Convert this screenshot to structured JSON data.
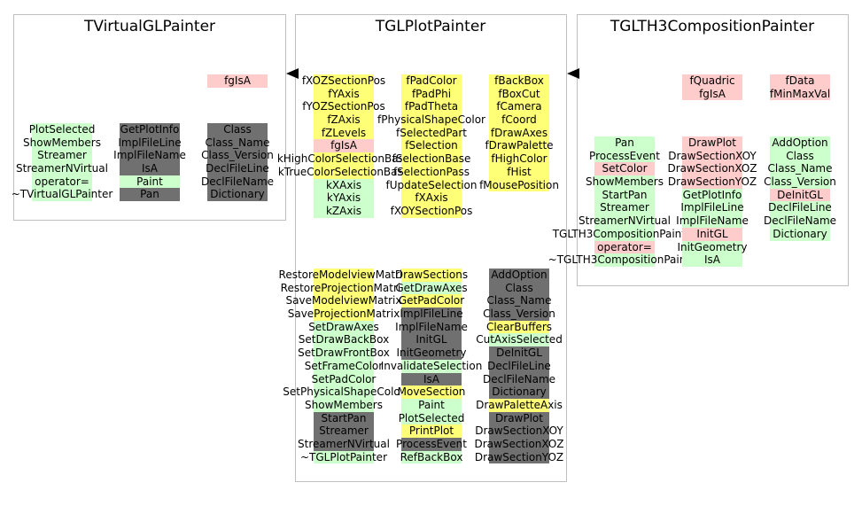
{
  "colors": {
    "public": "#ccffcc",
    "protected": "#ffff77",
    "private": "#ffcccc",
    "inherited": "#707070",
    "border": "#bfbfbf"
  },
  "classes": {
    "vgl": {
      "title": "TVirtualGLPainter",
      "col1": [
        {
          "t": "PlotSelected",
          "c": "g"
        },
        {
          "t": "ShowMembers",
          "c": "g"
        },
        {
          "t": "Streamer",
          "c": "g"
        },
        {
          "t": "StreamerNVirtual",
          "c": "g"
        },
        {
          "t": "operator=",
          "c": "g"
        },
        {
          "t": "~TVirtualGLPainter",
          "c": "g"
        }
      ],
      "col2": [
        {
          "t": "GetPlotInfo",
          "c": "d"
        },
        {
          "t": "ImplFileLine",
          "c": "d"
        },
        {
          "t": "ImplFileName",
          "c": "d"
        },
        {
          "t": "IsA",
          "c": "d"
        },
        {
          "t": "Paint",
          "c": "g"
        },
        {
          "t": "Pan",
          "c": "d"
        }
      ],
      "col3": [
        {
          "t": "Class",
          "c": "d"
        },
        {
          "t": "Class_Name",
          "c": "d"
        },
        {
          "t": "Class_Version",
          "c": "d"
        },
        {
          "t": "DeclFileLine",
          "c": "d"
        },
        {
          "t": "DeclFileName",
          "c": "d"
        },
        {
          "t": "Dictionary",
          "c": "d"
        }
      ],
      "data": [
        {
          "t": "fgIsA",
          "c": "r"
        }
      ]
    },
    "plot": {
      "title": "TGLPlotPainter",
      "data1": [
        {
          "t": "fXOZSectionPos",
          "c": "y"
        },
        {
          "t": "fYAxis",
          "c": "y"
        },
        {
          "t": "fYOZSectionPos",
          "c": "y"
        },
        {
          "t": "fZAxis",
          "c": "y"
        },
        {
          "t": "fZLevels",
          "c": "y"
        },
        {
          "t": "fgIsA",
          "c": "r"
        },
        {
          "t": "kHighColorSelectionBase",
          "c": "y"
        },
        {
          "t": "kTrueColorSelectionBase",
          "c": "y"
        },
        {
          "t": "kXAxis",
          "c": "g"
        },
        {
          "t": "kYAxis",
          "c": "g"
        },
        {
          "t": "kZAxis",
          "c": "g"
        }
      ],
      "data2": [
        {
          "t": "fPadColor",
          "c": "y"
        },
        {
          "t": "fPadPhi",
          "c": "y"
        },
        {
          "t": "fPadTheta",
          "c": "y"
        },
        {
          "t": "fPhysicalShapeColor",
          "c": "y"
        },
        {
          "t": "fSelectedPart",
          "c": "y"
        },
        {
          "t": "fSelection",
          "c": "y"
        },
        {
          "t": "fSelectionBase",
          "c": "y"
        },
        {
          "t": "fSelectionPass",
          "c": "y"
        },
        {
          "t": "fUpdateSelection",
          "c": "y"
        },
        {
          "t": "fXAxis",
          "c": "y"
        },
        {
          "t": "fXOYSectionPos",
          "c": "y"
        }
      ],
      "data3": [
        {
          "t": "fBackBox",
          "c": "y"
        },
        {
          "t": "fBoxCut",
          "c": "y"
        },
        {
          "t": "fCamera",
          "c": "y"
        },
        {
          "t": "fCoord",
          "c": "y"
        },
        {
          "t": "fDrawAxes",
          "c": "y"
        },
        {
          "t": "fDrawPalette",
          "c": "y"
        },
        {
          "t": "fHighColor",
          "c": "y"
        },
        {
          "t": "fHist",
          "c": "y"
        },
        {
          "t": "fMousePosition",
          "c": "y"
        }
      ],
      "meth1": [
        {
          "t": "RestoreModelviewMatrix",
          "c": "y"
        },
        {
          "t": "RestoreProjectionMatrix",
          "c": "y"
        },
        {
          "t": "SaveModelviewMatrix",
          "c": "y"
        },
        {
          "t": "SaveProjectionMatrix",
          "c": "y"
        },
        {
          "t": "SetDrawAxes",
          "c": "g"
        },
        {
          "t": "SetDrawBackBox",
          "c": "g"
        },
        {
          "t": "SetDrawFrontBox",
          "c": "g"
        },
        {
          "t": "SetFrameColor",
          "c": "g"
        },
        {
          "t": "SetPadColor",
          "c": "g"
        },
        {
          "t": "SetPhysicalShapeColor",
          "c": "g"
        },
        {
          "t": "ShowMembers",
          "c": "g"
        },
        {
          "t": "StartPan",
          "c": "d"
        },
        {
          "t": "Streamer",
          "c": "d"
        },
        {
          "t": "StreamerNVirtual",
          "c": "d"
        },
        {
          "t": "~TGLPlotPainter",
          "c": "g"
        }
      ],
      "meth2": [
        {
          "t": "DrawSections",
          "c": "y"
        },
        {
          "t": "GetDrawAxes",
          "c": "g"
        },
        {
          "t": "GetPadColor",
          "c": "y"
        },
        {
          "t": "ImplFileLine",
          "c": "d"
        },
        {
          "t": "ImplFileName",
          "c": "d"
        },
        {
          "t": "InitGL",
          "c": "d"
        },
        {
          "t": "InitGeometry",
          "c": "d"
        },
        {
          "t": "InvalidateSelection",
          "c": "g"
        },
        {
          "t": "IsA",
          "c": "d"
        },
        {
          "t": "MoveSection",
          "c": "y"
        },
        {
          "t": "Paint",
          "c": "g"
        },
        {
          "t": "PlotSelected",
          "c": "g"
        },
        {
          "t": "PrintPlot",
          "c": "y"
        },
        {
          "t": "ProcessEvent",
          "c": "d"
        },
        {
          "t": "RefBackBox",
          "c": "g"
        }
      ],
      "meth3": [
        {
          "t": "AddOption",
          "c": "d"
        },
        {
          "t": "Class",
          "c": "d"
        },
        {
          "t": "Class_Name",
          "c": "d"
        },
        {
          "t": "Class_Version",
          "c": "d"
        },
        {
          "t": "ClearBuffers",
          "c": "y"
        },
        {
          "t": "CutAxisSelected",
          "c": "g"
        },
        {
          "t": "DeInitGL",
          "c": "d"
        },
        {
          "t": "DeclFileLine",
          "c": "d"
        },
        {
          "t": "DeclFileName",
          "c": "d"
        },
        {
          "t": "Dictionary",
          "c": "d"
        },
        {
          "t": "DrawPaletteAxis",
          "c": "y"
        },
        {
          "t": "DrawPlot",
          "c": "d"
        },
        {
          "t": "DrawSectionXOY",
          "c": "d"
        },
        {
          "t": "DrawSectionXOZ",
          "c": "d"
        },
        {
          "t": "DrawSectionYOZ",
          "c": "d"
        }
      ]
    },
    "comp": {
      "title": "TGLTH3CompositionPainter",
      "data1": [
        {
          "t": "fQuadric",
          "c": "r"
        },
        {
          "t": "fgIsA",
          "c": "r"
        }
      ],
      "data2": [
        {
          "t": "fData",
          "c": "r"
        },
        {
          "t": "fMinMaxVal",
          "c": "r"
        }
      ],
      "meth1": [
        {
          "t": "Pan",
          "c": "g"
        },
        {
          "t": "ProcessEvent",
          "c": "g"
        },
        {
          "t": "SetColor",
          "c": "r"
        },
        {
          "t": "ShowMembers",
          "c": "g"
        },
        {
          "t": "StartPan",
          "c": "g"
        },
        {
          "t": "Streamer",
          "c": "g"
        },
        {
          "t": "StreamerNVirtual",
          "c": "g"
        },
        {
          "t": "TGLTH3CompositionPainter",
          "c": "g"
        },
        {
          "t": "operator=",
          "c": "r"
        },
        {
          "t": "~TGLTH3CompositionPainter",
          "c": "g"
        }
      ],
      "meth2": [
        {
          "t": "DrawPlot",
          "c": "r"
        },
        {
          "t": "DrawSectionXOY",
          "c": "r"
        },
        {
          "t": "DrawSectionXOZ",
          "c": "r"
        },
        {
          "t": "DrawSectionYOZ",
          "c": "r"
        },
        {
          "t": "GetPlotInfo",
          "c": "g"
        },
        {
          "t": "ImplFileLine",
          "c": "g"
        },
        {
          "t": "ImplFileName",
          "c": "g"
        },
        {
          "t": "InitGL",
          "c": "r"
        },
        {
          "t": "InitGeometry",
          "c": "g"
        },
        {
          "t": "IsA",
          "c": "g"
        }
      ],
      "meth3": [
        {
          "t": "AddOption",
          "c": "g"
        },
        {
          "t": "Class",
          "c": "g"
        },
        {
          "t": "Class_Name",
          "c": "g"
        },
        {
          "t": "Class_Version",
          "c": "g"
        },
        {
          "t": "DeInitGL",
          "c": "r"
        },
        {
          "t": "DeclFileLine",
          "c": "g"
        },
        {
          "t": "DeclFileName",
          "c": "g"
        },
        {
          "t": "Dictionary",
          "c": "g"
        }
      ]
    }
  }
}
